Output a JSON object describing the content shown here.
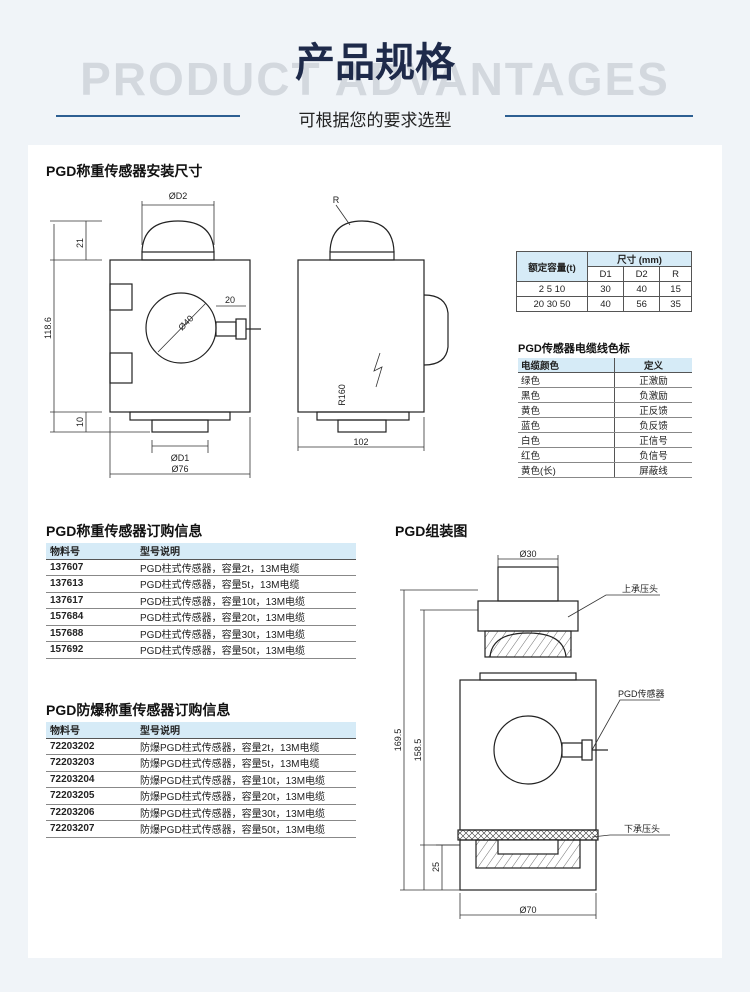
{
  "header": {
    "bg_text": "PRODUCT ADVANTAGES",
    "title": "产品规格",
    "subtitle": "可根据您的要求选型",
    "accent": "#2d5f92"
  },
  "install": {
    "title": "PGD称重传感器安装尺寸",
    "dims": {
      "d2": "ØD2",
      "r": "R",
      "h21": "21",
      "h1186": "118.6",
      "d20": "20",
      "d40": "Ø40",
      "h10": "10",
      "d1": "ØD1",
      "d76": "Ø76",
      "r160": "R160",
      "w102": "102"
    }
  },
  "spec_table": {
    "h1": "额定容量(t)",
    "h2": "尺寸 (mm)",
    "sub": [
      "D1",
      "D2",
      "R"
    ],
    "rows": [
      {
        "cap": "2  5  10",
        "d1": "30",
        "d2": "40",
        "r": "15"
      },
      {
        "cap": "20  30  50",
        "d1": "40",
        "d2": "56",
        "r": "35"
      }
    ]
  },
  "cable": {
    "title": "PGD传感器电缆线色标",
    "h1": "电缆颜色",
    "h2": "定义",
    "rows": [
      {
        "color": "绿色",
        "def": "正激励"
      },
      {
        "color": "黑色",
        "def": "负激励"
      },
      {
        "color": "黄色",
        "def": "正反馈"
      },
      {
        "color": "蓝色",
        "def": "负反馈"
      },
      {
        "color": "白色",
        "def": "正信号"
      },
      {
        "color": "红色",
        "def": "负信号"
      },
      {
        "color": "黄色(长)",
        "def": "屏蔽线"
      }
    ]
  },
  "order": {
    "title": "PGD称重传感器订购信息",
    "h1": "物料号",
    "h2": "型号说明",
    "rows": [
      {
        "id": "137607",
        "desc": "PGD柱式传感器，容量2t，13M电缆"
      },
      {
        "id": "137613",
        "desc": "PGD柱式传感器，容量5t，13M电缆"
      },
      {
        "id": "137617",
        "desc": "PGD柱式传感器，容量10t，13M电缆"
      },
      {
        "id": "157684",
        "desc": "PGD柱式传感器，容量20t，13M电缆"
      },
      {
        "id": "157688",
        "desc": "PGD柱式传感器，容量30t，13M电缆"
      },
      {
        "id": "157692",
        "desc": "PGD柱式传感器，容量50t，13M电缆"
      }
    ]
  },
  "exorder": {
    "title": "PGD防爆称重传感器订购信息",
    "h1": "物料号",
    "h2": "型号说明",
    "rows": [
      {
        "id": "72203202",
        "desc": "防爆PGD柱式传感器，容量2t，13M电缆"
      },
      {
        "id": "72203203",
        "desc": "防爆PGD柱式传感器，容量5t，13M电缆"
      },
      {
        "id": "72203204",
        "desc": "防爆PGD柱式传感器，容量10t，13M电缆"
      },
      {
        "id": "72203205",
        "desc": "防爆PGD柱式传感器，容量20t，13M电缆"
      },
      {
        "id": "72203206",
        "desc": "防爆PGD柱式传感器，容量30t，13M电缆"
      },
      {
        "id": "72203207",
        "desc": "防爆PGD柱式传感器，容量50t，13M电缆"
      }
    ]
  },
  "assembly": {
    "title": "PGD组装图",
    "d30": "Ø30",
    "upper": "上承压头",
    "sensor": "PGD传感器",
    "lower": "下承压头",
    "h1695": "169.5",
    "h1585": "158.5",
    "h25": "25",
    "d70": "Ø70"
  }
}
